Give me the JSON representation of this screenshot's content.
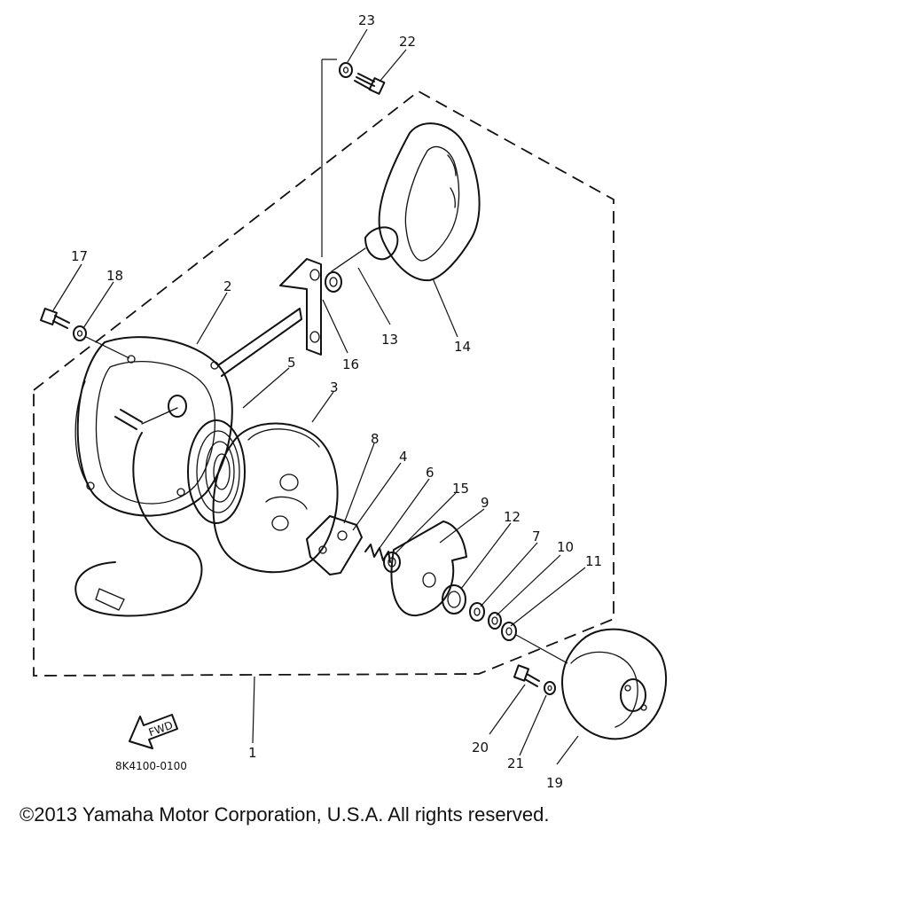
{
  "callouts": {
    "c1": "1",
    "c2": "2",
    "c3": "3",
    "c4": "4",
    "c5": "5",
    "c6": "6",
    "c7": "7",
    "c8": "8",
    "c9": "9",
    "c10": "10",
    "c11": "11",
    "c12": "12",
    "c13": "13",
    "c14": "14",
    "c15": "15",
    "c16": "16",
    "c17": "17",
    "c18": "18",
    "c19": "19",
    "c20": "20",
    "c21": "21",
    "c22": "22",
    "c23": "23"
  },
  "fwd_arrow_label": "FWD",
  "diagram_code": "8K4100-0100",
  "copyright": "©2013 Yamaha Motor Corporation, U.S.A. All rights reserved.",
  "ink_color": "#111111"
}
